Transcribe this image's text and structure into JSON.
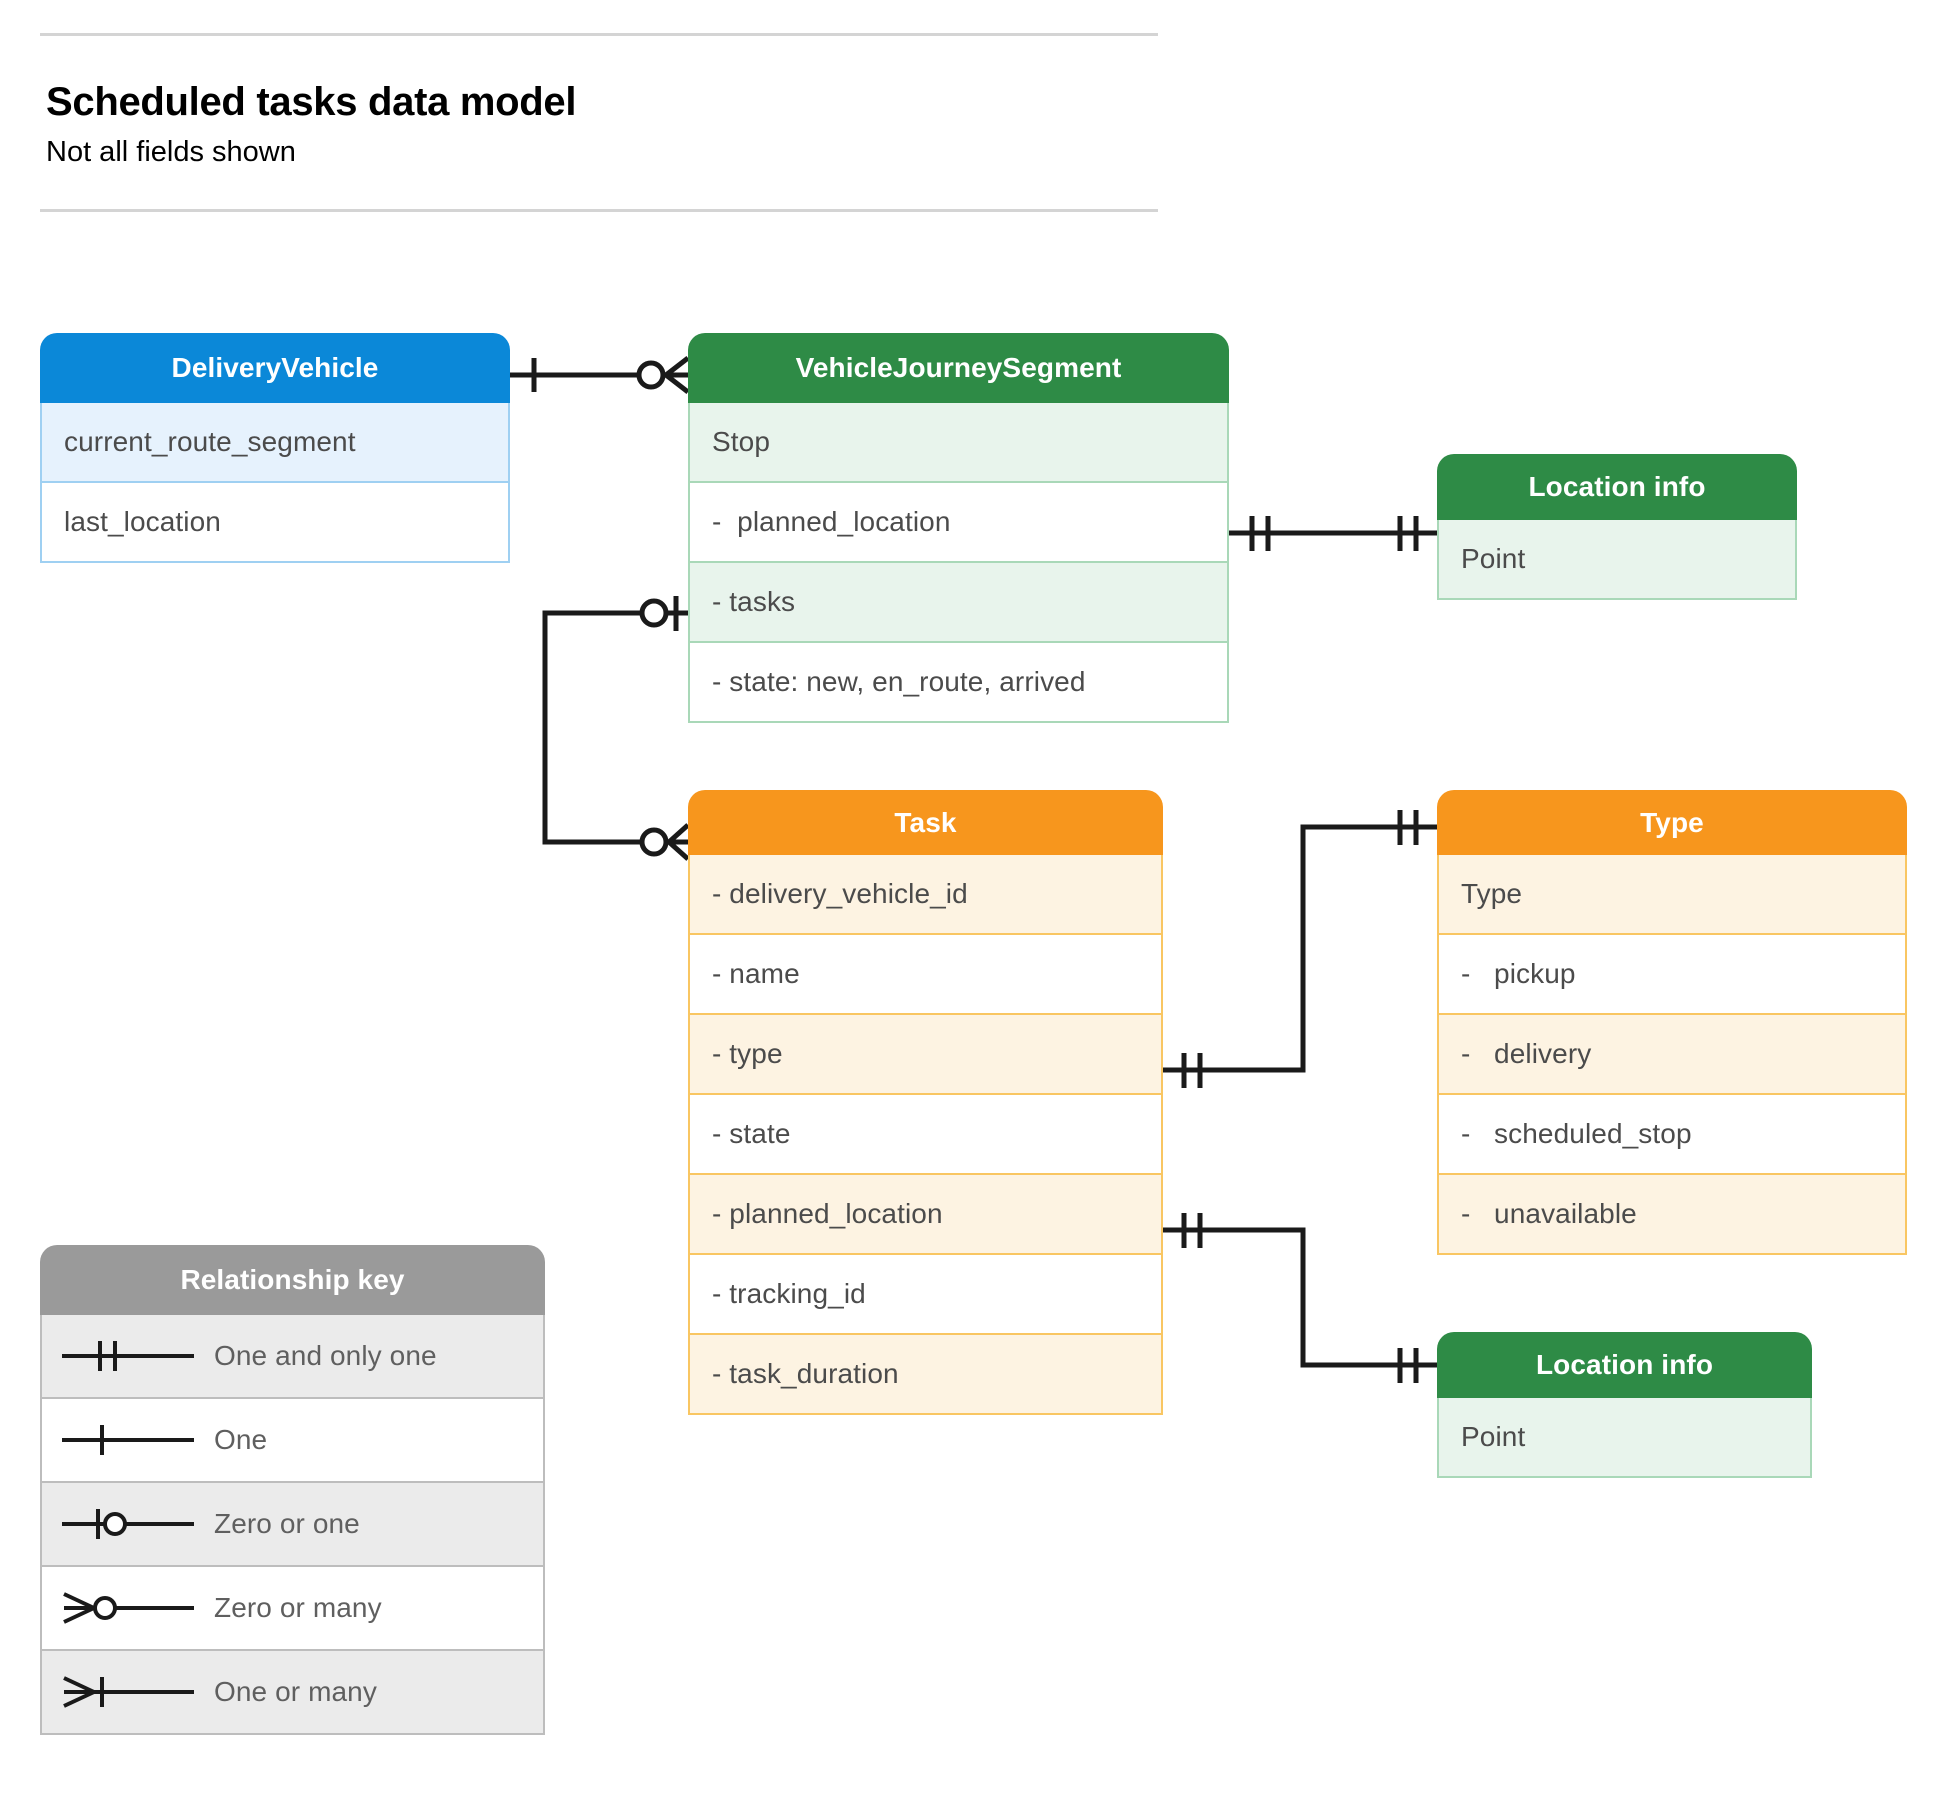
{
  "header": {
    "title": "Scheduled tasks data model",
    "subtitle": "Not all fields shown"
  },
  "colors": {
    "blue_header": "#0b88d8",
    "blue_row": "#e6f2fd",
    "blue_border": "#9fd0f2",
    "green_header": "#2e8b46",
    "green_row": "#e8f4ec",
    "green_border": "#a9d8b8",
    "orange_header": "#f7961d",
    "orange_row": "#fdf3e2",
    "orange_border": "#f9c662",
    "gray_header": "#9a9a9a",
    "gray_row": "#ebebeb",
    "gray_border": "#bdbdbd",
    "line": "#1a1a1a",
    "text": "#4b4b4b",
    "rule": "#d4d4d4"
  },
  "entities": {
    "delivery_vehicle": {
      "title": "DeliveryVehicle",
      "rows": [
        "current_route_segment",
        "last_location"
      ]
    },
    "vehicle_journey_segment": {
      "title": "VehicleJourneySegment",
      "rows": [
        "Stop",
        "-  planned_location",
        "- tasks",
        "- state: new, en_route, arrived"
      ]
    },
    "location_info_top": {
      "title": "Location info",
      "rows": [
        "Point"
      ]
    },
    "task": {
      "title": "Task",
      "rows": [
        "- delivery_vehicle_id",
        "- name",
        "- type",
        "- state",
        "- planned_location",
        "- tracking_id",
        "- task_duration"
      ]
    },
    "type": {
      "title": "Type",
      "rows": [
        "Type",
        "-   pickup",
        "-   delivery",
        "-   scheduled_stop",
        "-   unavailable"
      ]
    },
    "location_info_bottom": {
      "title": "Location info",
      "rows": [
        "Point"
      ]
    }
  },
  "legend": {
    "title": "Relationship key",
    "items": [
      {
        "label": "One and only one",
        "symbol": "one-and-only-one-symbol"
      },
      {
        "label": "One",
        "symbol": "one-symbol"
      },
      {
        "label": "Zero or one",
        "symbol": "zero-or-one-symbol"
      },
      {
        "label": "Zero or many",
        "symbol": "zero-or-many-symbol"
      },
      {
        "label": "One or many",
        "symbol": "one-or-many-symbol"
      }
    ]
  },
  "relationships": [
    {
      "name": "deliveryvehicle-to-vehiclejourneysegment",
      "from": "DeliveryVehicle",
      "to": "VehicleJourneySegment",
      "from_cardinality": "One",
      "to_cardinality": "Zero or many"
    },
    {
      "name": "vehiclejourneysegment-tasks-to-task",
      "from": "VehicleJourneySegment.tasks",
      "to": "Task",
      "from_cardinality": "Zero or one",
      "to_cardinality": "Zero or many"
    },
    {
      "name": "vehiclejourneysegment-plannedlocation-to-locationinfo",
      "from": "VehicleJourneySegment.planned_location",
      "to": "Location info",
      "from_cardinality": "One and only one",
      "to_cardinality": "One and only one"
    },
    {
      "name": "task-type-to-type",
      "from": "Task.type",
      "to": "Type",
      "from_cardinality": "One and only one",
      "to_cardinality": "One and only one"
    },
    {
      "name": "task-plannedlocation-to-locationinfo",
      "from": "Task.planned_location",
      "to": "Location info",
      "from_cardinality": "One and only one",
      "to_cardinality": "One and only one"
    }
  ]
}
